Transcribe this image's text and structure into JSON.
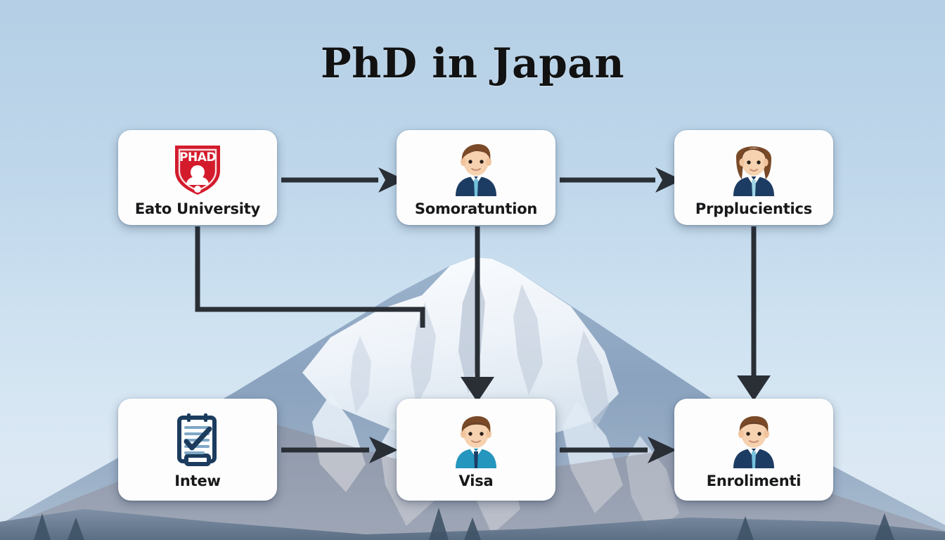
{
  "page": {
    "title": "PhD in Japan",
    "background_scene": "mount-fuji-blue-sky"
  },
  "colors": {
    "sky_top": "#b4cfe6",
    "sky_bottom": "#dce9f4",
    "mountain": "#8ea7c4",
    "snow": "#f4f7fb",
    "foreground_ridge": "#5c6f86",
    "connector": "#2a2f36",
    "card_background": "#fdfdfd",
    "label_text": "#17181a",
    "shield_red": "#d31b2c",
    "suit_navy": "#1d3c63",
    "shirt_teal": "#2596be",
    "tie_blue": "#74c2dd",
    "hair_brown": "#7a4a28",
    "skin": "#f6d2b0",
    "clipboard_navy": "#1c3c5e"
  },
  "nodes": [
    {
      "id": "university",
      "label": "Eato University",
      "icon": "shield-badge-icon",
      "icon_text": "PHAD",
      "row": "top",
      "column": 1
    },
    {
      "id": "supervisor",
      "label": "Somoratuntion",
      "icon": "man-in-navy-suit-icon",
      "row": "top",
      "column": 2
    },
    {
      "id": "application",
      "label": "Prpplucientics",
      "icon": "woman-in-navy-suit-icon",
      "row": "top",
      "column": 3
    },
    {
      "id": "interview",
      "label": "Intew",
      "icon": "clipboard-checklist-icon",
      "row": "bottom",
      "column": 1
    },
    {
      "id": "visa",
      "label": "Visa",
      "icon": "man-in-teal-shirt-icon",
      "row": "bottom",
      "column": 2
    },
    {
      "id": "enrollment",
      "label": "Enrolimenti",
      "icon": "man-in-navy-suit-teal-tie-icon",
      "row": "bottom",
      "column": 3
    }
  ],
  "edges": [
    {
      "id": "e1",
      "from": "university",
      "to": "supervisor",
      "style": "horizontal-arrow",
      "direction": "right"
    },
    {
      "id": "e2",
      "from": "supervisor",
      "to": "application",
      "style": "horizontal-arrow",
      "direction": "right"
    },
    {
      "id": "e3",
      "from": "university",
      "to": "visa",
      "style": "elbow",
      "direction": "down-right"
    },
    {
      "id": "e4",
      "from": "supervisor",
      "to": "visa",
      "style": "vertical-arrow",
      "direction": "down"
    },
    {
      "id": "e5",
      "from": "application",
      "to": "enrollment",
      "style": "vertical-arrow",
      "direction": "down"
    },
    {
      "id": "e6",
      "from": "interview",
      "to": "visa",
      "style": "horizontal-arrow",
      "direction": "right"
    },
    {
      "id": "e7",
      "from": "visa",
      "to": "enrollment",
      "style": "horizontal-arrow",
      "direction": "right"
    }
  ]
}
